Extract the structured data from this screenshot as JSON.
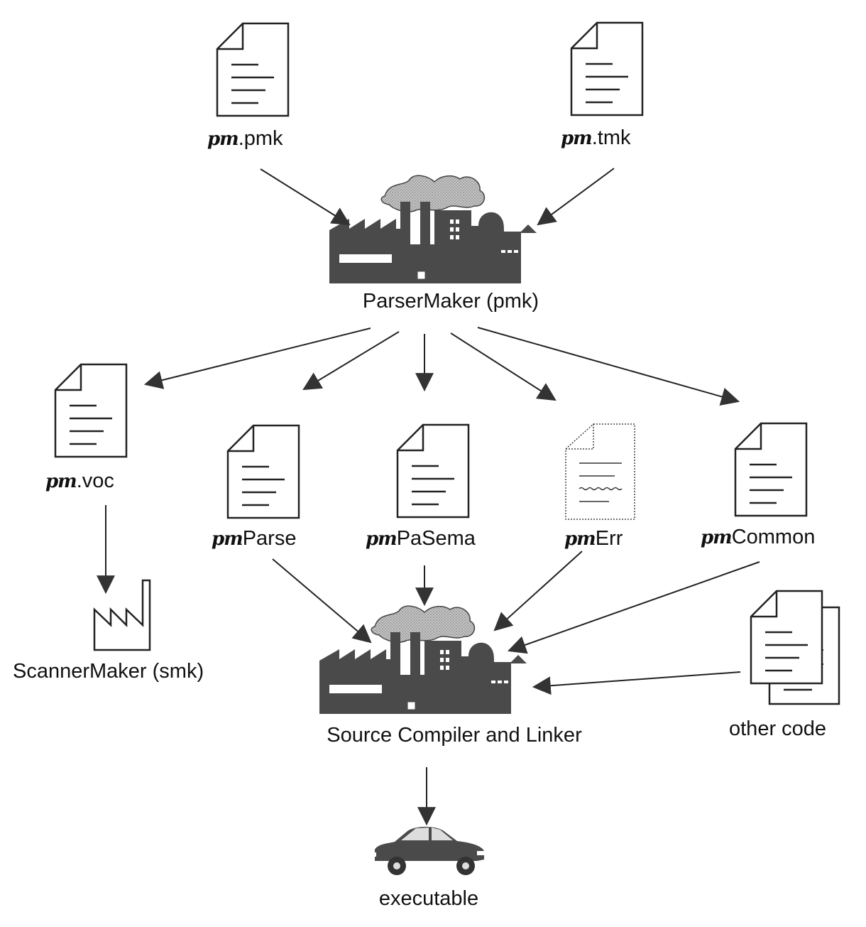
{
  "inputs": {
    "pmk_prefix": "pm",
    "pmk_suffix": ".pmk",
    "tmk_prefix": "pm",
    "tmk_suffix": ".tmk"
  },
  "parser_maker_label": "ParserMaker (pmk)",
  "outputs": {
    "voc_prefix": "pm",
    "voc_suffix": ".voc",
    "parse_prefix": "pm",
    "parse_suffix": "Parse",
    "pasema_prefix": "pm",
    "pasema_suffix": "PaSema",
    "err_prefix": "pm",
    "err_suffix": "Err",
    "common_prefix": "pm",
    "common_suffix": "Common"
  },
  "scanner_maker_label": "ScannerMaker (smk)",
  "compiler_label": "Source Compiler and Linker",
  "other_code_label": "other code",
  "executable_label": "executable",
  "colors": {
    "factory": "#4a4a4a",
    "smoke": "#b8b8b8",
    "line": "#222222"
  },
  "icons": [
    "document-icon",
    "factory-icon",
    "car-icon",
    "arrow-icon"
  ]
}
